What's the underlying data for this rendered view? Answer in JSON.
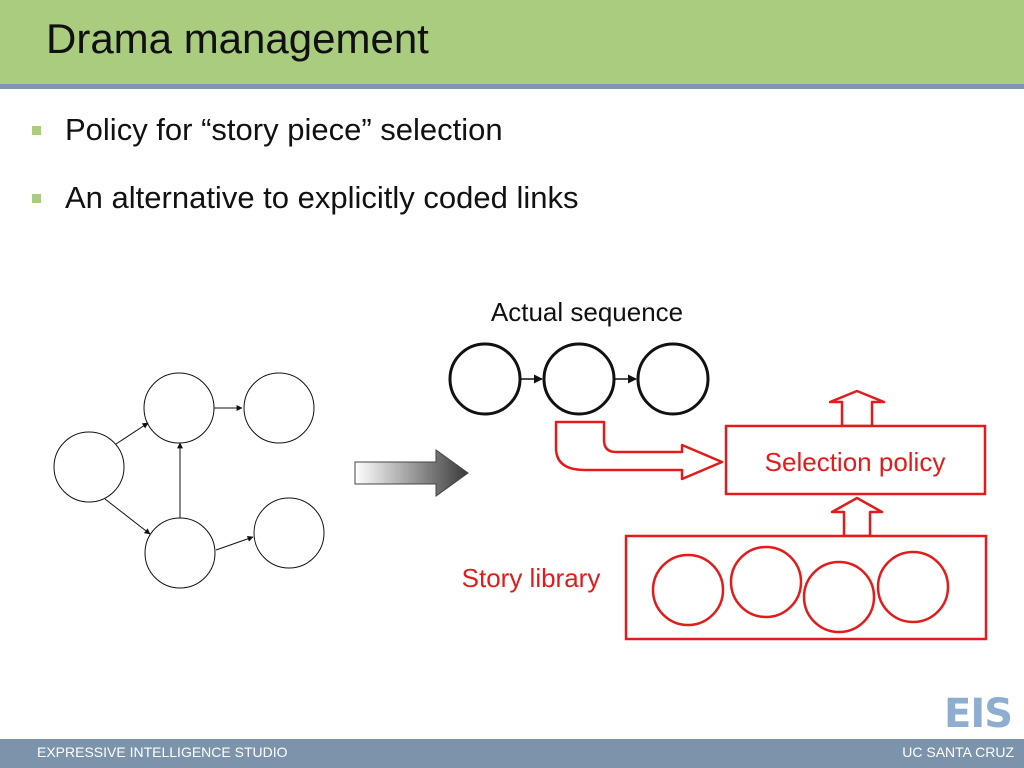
{
  "slide": {
    "title": "Drama management",
    "bullets": [
      "Policy for “story piece” selection",
      "An alternative to explicitly coded links"
    ]
  },
  "diagram": {
    "actual_sequence_label": "Actual sequence",
    "selection_policy_label": "Selection policy",
    "story_library_label": "Story library",
    "colors": {
      "highlight": "#e31b1b",
      "node_stroke": "#111111"
    }
  },
  "footer": {
    "left": "EXPRESSIVE INTELLIGENCE STUDIO",
    "right": "UC SANTA CRUZ",
    "logo": "EIS"
  }
}
